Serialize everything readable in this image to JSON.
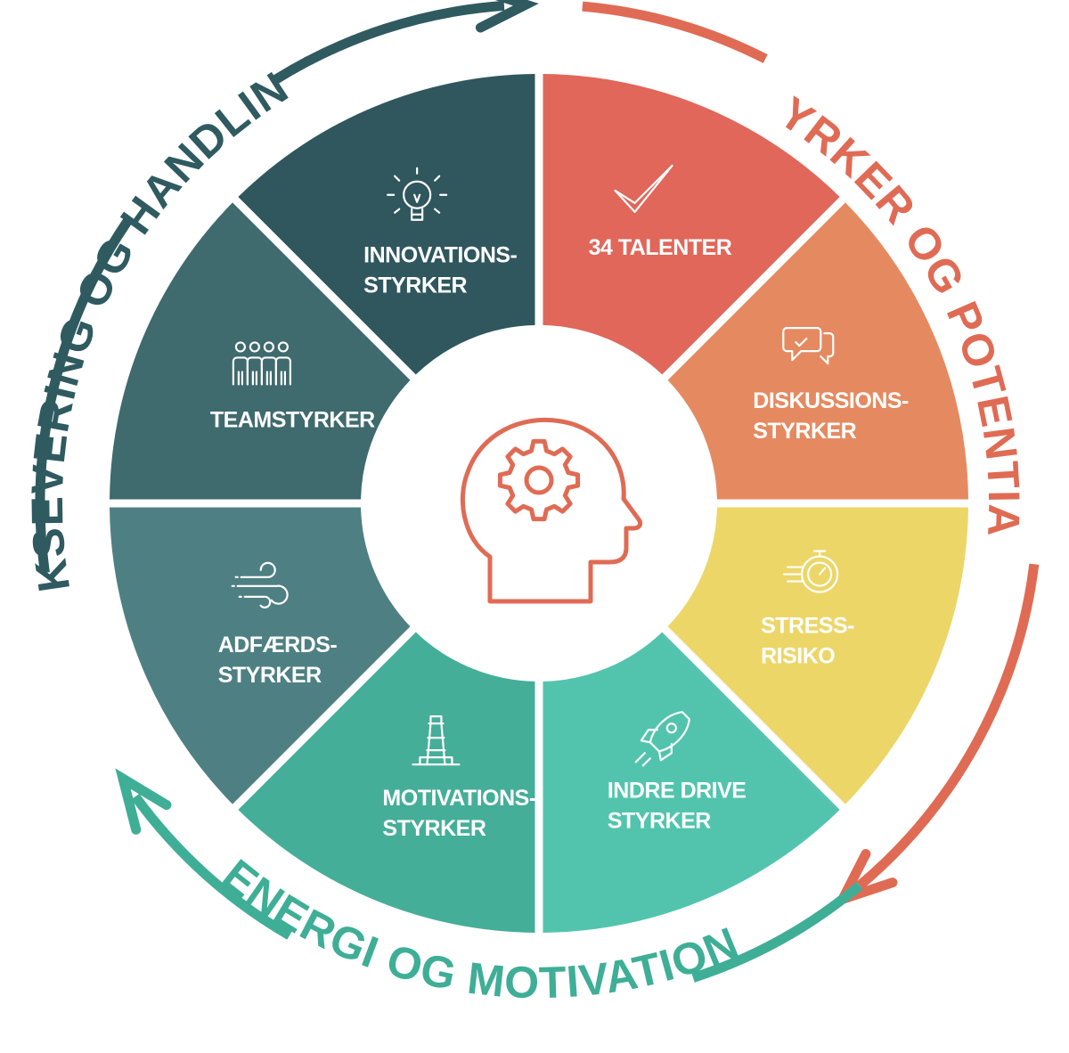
{
  "diagram": {
    "ring_labels": [
      {
        "text": "STYRKER OG POTENTIALE",
        "color": "#e06b54"
      },
      {
        "text": "ENERGI OG MOTIVATION",
        "color": "#3fae96"
      },
      {
        "text": "EKSEVERING OG HANDLING",
        "color": "#2f5a60"
      }
    ],
    "segments": [
      {
        "lines": [
          "34 TALENTER"
        ],
        "icon": "checkmark-icon",
        "color": "#e0675a"
      },
      {
        "lines": [
          "DISKUSSIONS-",
          "STYRKER"
        ],
        "icon": "speech-bubbles-icon",
        "color": "#e58a60"
      },
      {
        "lines": [
          "STRESS-",
          "RISIKO"
        ],
        "icon": "stopwatch-icon",
        "color": "#edd668"
      },
      {
        "lines": [
          "INDRE DRIVE",
          "STYRKER"
        ],
        "icon": "rocket-icon",
        "color": "#52c4ad"
      },
      {
        "lines": [
          "MOTIVATIONS-",
          "STYRKER"
        ],
        "icon": "lighthouse-icon",
        "color": "#45ae98"
      },
      {
        "lines": [
          "ADFÆRDS-",
          "STYRKER"
        ],
        "icon": "wind-icon",
        "color": "#4e8083"
      },
      {
        "lines": [
          "TEAMSTYRKER"
        ],
        "icon": "team-icon",
        "color": "#3f6a6e"
      },
      {
        "lines": [
          "INNOVATIONS-",
          "STYRKER"
        ],
        "icon": "lightbulb-icon",
        "color": "#2f575d"
      }
    ],
    "center": {
      "icon": "head-gear-icon",
      "color": "#e06b54"
    }
  }
}
